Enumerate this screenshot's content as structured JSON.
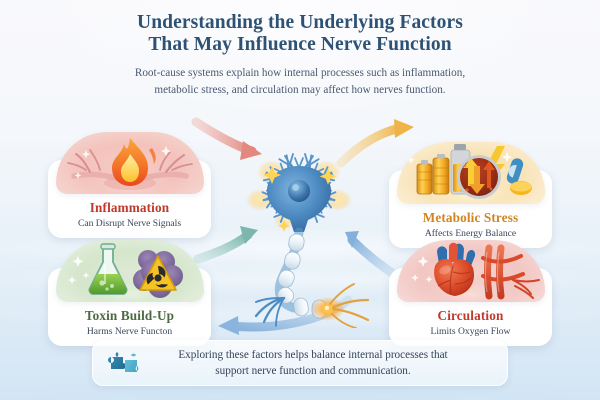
{
  "header": {
    "title_line1": "Understanding the Underlying Factors",
    "title_line2": "That May Influence Nerve Function",
    "subtitle_line1": "Root-cause systems explain how internal processes such as inflammation,",
    "subtitle_line2": "metabolic stress, and circulation may affect how nerves function."
  },
  "cards": [
    {
      "id": "inflammation",
      "title": "Inflammation",
      "subtitle": "Can Disrupt Nerve Signals",
      "icon": "flame-on-inflamed-nerve-icon",
      "title_color": "#c0392b",
      "art_color": "#f3c2bb"
    },
    {
      "id": "metabolic",
      "title": "Metabolic Stress",
      "subtitle": "Affects Energy Balance",
      "icon": "batteries-gauge-pills-icon",
      "title_color": "#d1841f",
      "art_color": "#f8e3b8"
    },
    {
      "id": "toxin",
      "title": "Toxin Build-Up",
      "subtitle": "Harms Nerve Functon",
      "icon": "flask-biohazard-icon",
      "title_color": "#4c6a42",
      "art_color": "#d5e6cc"
    },
    {
      "id": "circulation",
      "title": "Circulation",
      "subtitle": "Limits Oxygen Flow",
      "icon": "heart-blood-vessels-icon",
      "title_color": "#c0392b",
      "art_color": "#f2c6c3"
    }
  ],
  "center": {
    "icon": "neuron-illustration",
    "description": "Blue neuron with dendrites, glowing synapse sparkles, myelinated axon and orange terminal glow"
  },
  "arrows": [
    {
      "id": "arrow-inflammation-to-neuron",
      "color": "#e99b93",
      "direction": "right-down"
    },
    {
      "id": "arrow-neuron-to-metabolic",
      "color": "#f2c061",
      "direction": "right-up"
    },
    {
      "id": "arrow-toxin-to-neuron",
      "color": "#8fc4bd",
      "direction": "right-up"
    },
    {
      "id": "arrow-circulation-to-neuron",
      "color": "#8fb6dd",
      "direction": "left-up"
    },
    {
      "id": "arrow-neuron-to-toxin",
      "color": "#8fb6dd",
      "direction": "left-down"
    }
  ],
  "footer": {
    "icon": "puzzle-pieces-icon",
    "line1": "Exploring these factors helps balance internal processes that",
    "line2": "support nerve function and communication."
  }
}
